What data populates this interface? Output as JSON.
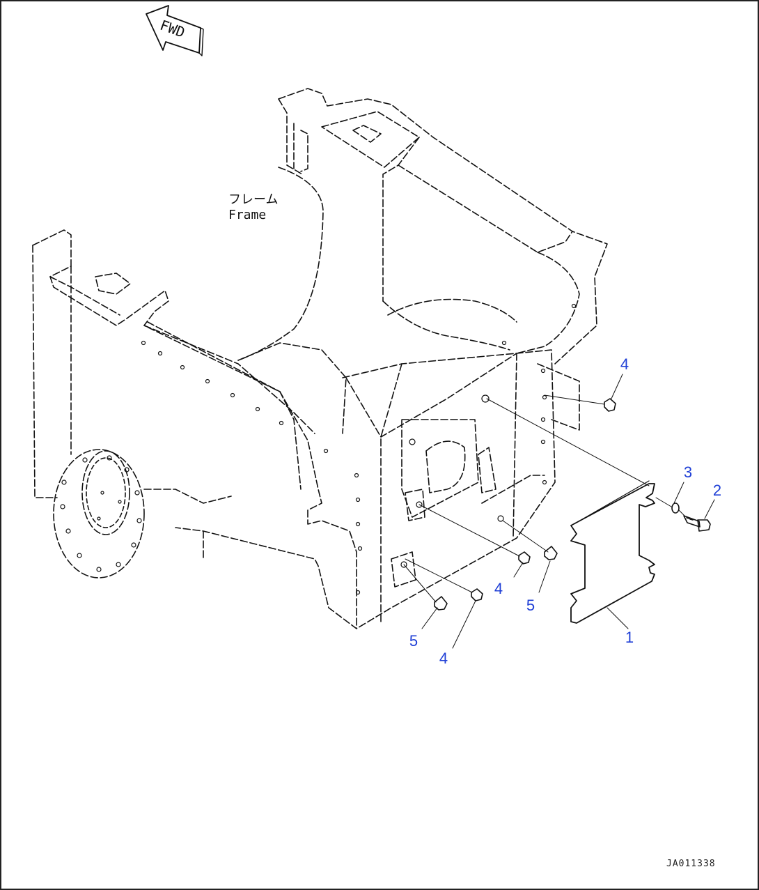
{
  "fwd_label": "FWD",
  "frame_label_jp": "フレーム",
  "frame_label_en": "Frame",
  "drawing_id": "JA011338",
  "callouts": [
    "4",
    "3",
    "2",
    "4",
    "5",
    "1",
    "5",
    "4"
  ],
  "colors": {
    "callout": "#1f3fd6",
    "line": "#111111"
  }
}
